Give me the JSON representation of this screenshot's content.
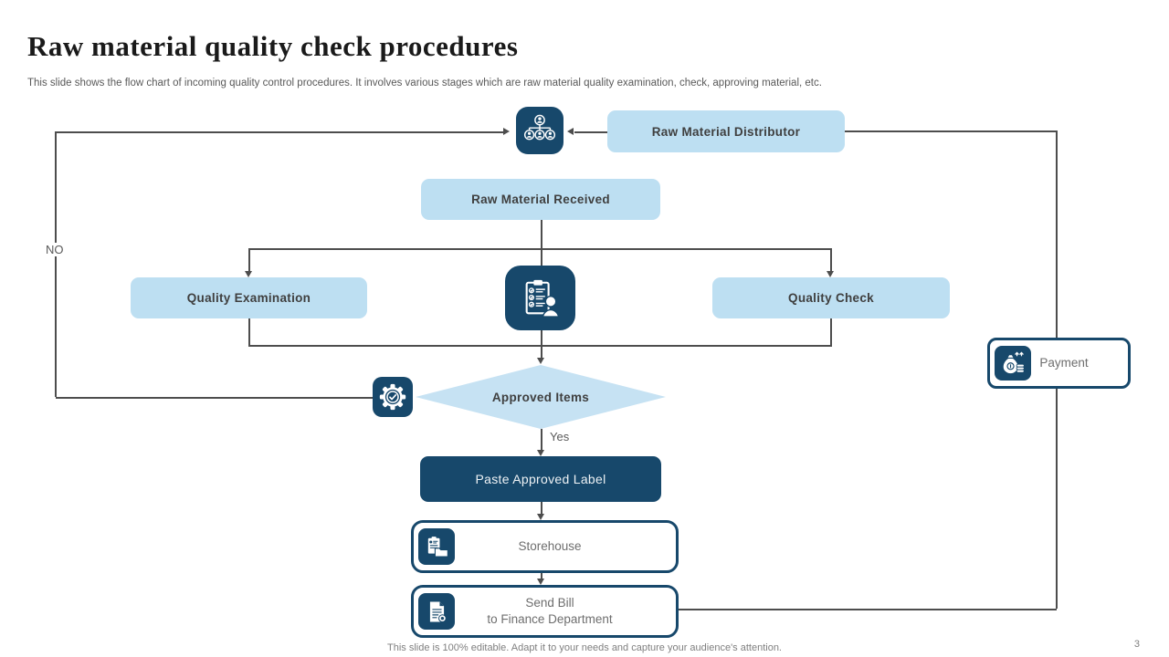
{
  "slide": {
    "title": "Raw material quality check procedures",
    "subtitle": "This slide shows the flow chart of incoming quality control procedures. It involves various stages which are raw material quality examination, check, approving material, etc.",
    "footer": "This slide is 100% editable. Adapt it to your needs and capture your audience's attention.",
    "page_number": "3"
  },
  "flowchart": {
    "nodes": {
      "distributor": "Raw Material  Distributor",
      "received": "Raw Material  Received",
      "examination": "Quality  Examination",
      "check": "Quality  Check",
      "approved": "Approved Items",
      "paste": "Paste Approved  Label",
      "storehouse": "Storehouse",
      "send_bill_line1": "Send Bill",
      "send_bill_line2": "to Finance Department",
      "payment": "Payment"
    },
    "labels": {
      "no": "NO",
      "yes": "Yes"
    },
    "icons": {
      "distributor": "org-chart-icon",
      "inspection": "checklist-person-icon",
      "approved": "gear-check-icon",
      "payment": "money-bag-icon",
      "storehouse": "clipboard-folder-icon",
      "send_bill": "bill-document-icon"
    },
    "colors": {
      "navy": "#17486B",
      "light_blue": "#BDDFF2",
      "diamond_blue": "#C6E2F3",
      "line": "#4D4D4D",
      "text_dark": "#3F3F3F",
      "text_gray": "#6E6E6E"
    }
  }
}
